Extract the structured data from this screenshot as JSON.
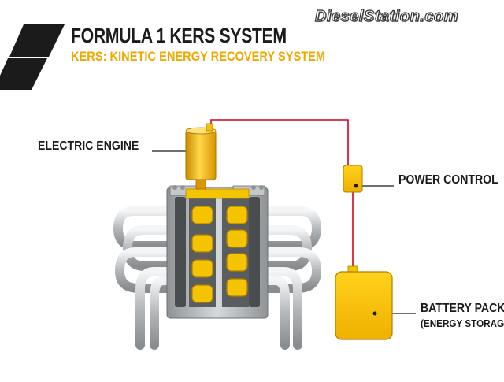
{
  "header": {
    "title": "FORMULA 1 KERS SYSTEM",
    "subtitle": "KERS: KINETIC ENERGY RECOVERY SYSTEM"
  },
  "watermark": {
    "text": "DieselStation.com"
  },
  "labels": {
    "electric_engine": "ELECTRIC ENGINE",
    "power_control": "POWER CONTROL",
    "battery_pack": "BATTERY PACK",
    "battery_pack_sub": "(ENERGY STORAGE)"
  },
  "colors": {
    "accent": "#f0a800",
    "component_yellow": "#f5c400",
    "wire_red": "#d0021b",
    "metal": "#b9bcbf",
    "dark": "#1b1b1b"
  }
}
